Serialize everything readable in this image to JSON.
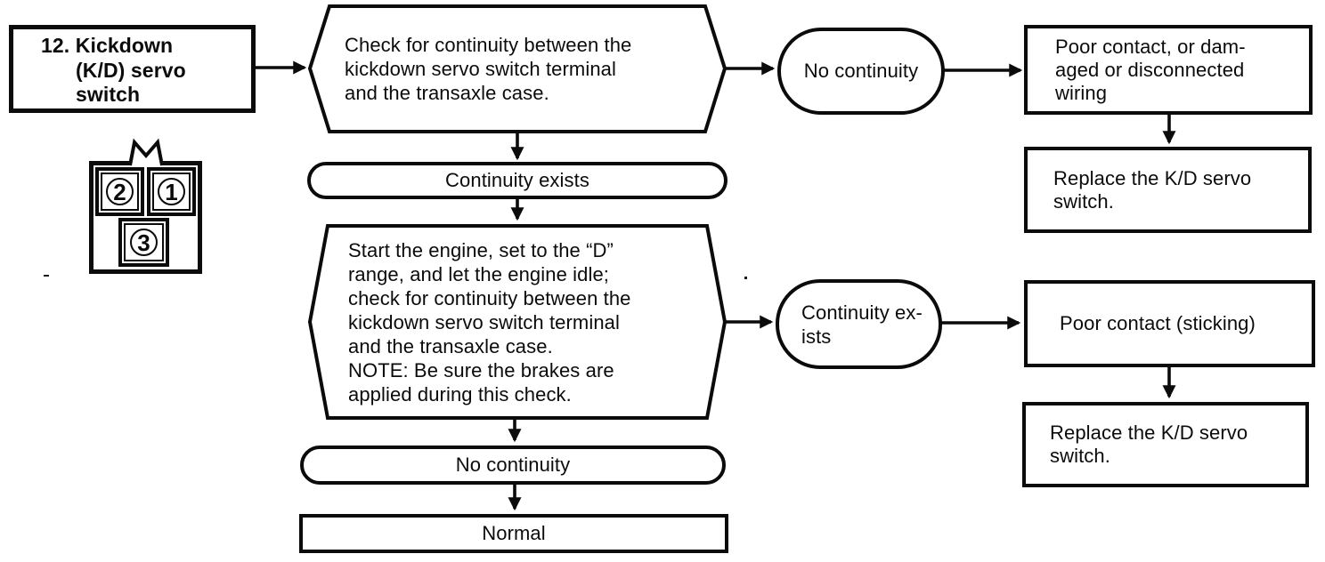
{
  "palette": {
    "ink": "#0b0b0b",
    "paper": "#ffffff"
  },
  "flowchart": {
    "item": {
      "text": "12. Kickdown\n(K/D) servo\nswitch"
    },
    "connector": {
      "pins": [
        "2",
        "1",
        "3"
      ]
    },
    "steps": {
      "check1": "Check for continuity between the\nkickdown servo switch terminal\nand the transaxle case.",
      "check2": "Start the engine, set to the “D”\nrange, and let the engine idle;\ncheck for continuity between the\nkickdown servo switch terminal\nand the transaxle case.\nNOTE: Be sure the brakes are\napplied during this check."
    },
    "branches": {
      "no_continuity_top": "No continuity",
      "continuity_exists_mid": "Continuity exists",
      "continuity_exists_right": "Continuity ex-\nists",
      "no_continuity_bottom": "No continuity"
    },
    "outcomes": {
      "wiring": "Poor contact, or dam-\naged or disconnected\nwiring",
      "replace1": "Replace the K/D servo\nswitch.",
      "sticking": "Poor contact (sticking)",
      "replace2": "Replace the K/D servo\nswitch.",
      "normal": "Normal"
    }
  }
}
